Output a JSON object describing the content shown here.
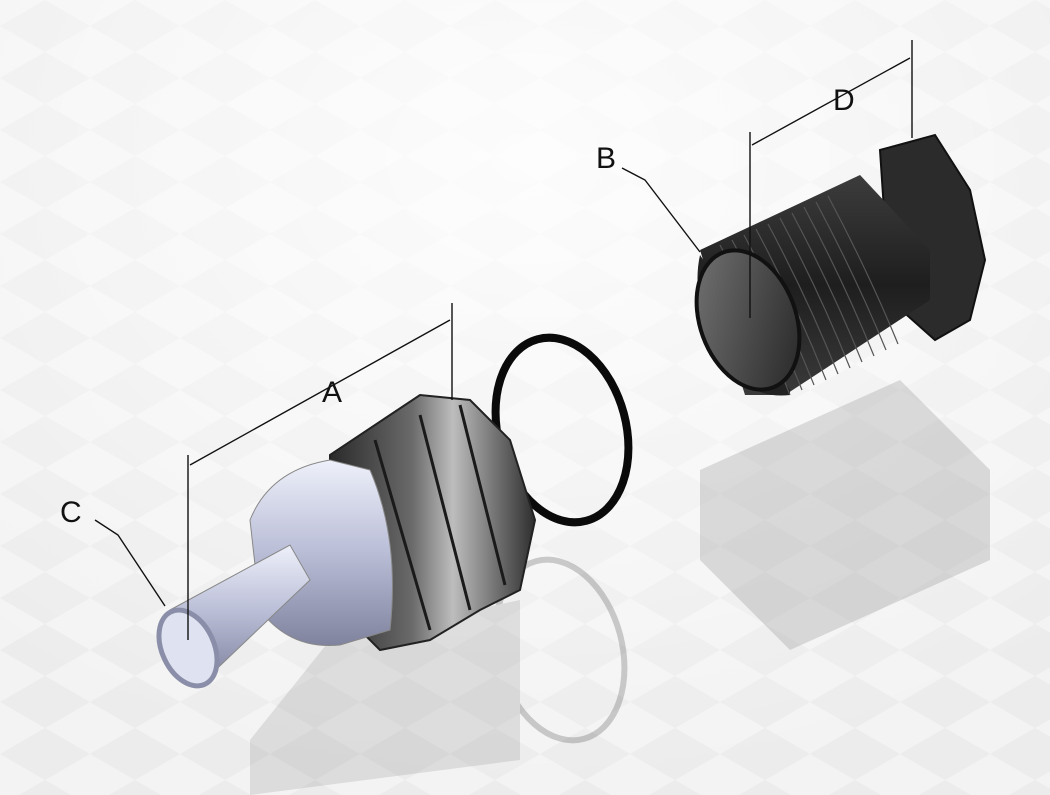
{
  "diagram": {
    "labels": {
      "A": "A",
      "B": "B",
      "C": "C",
      "D": "D"
    },
    "colors": {
      "background": "#f4f4f4",
      "barb_body": "#c4c8de",
      "nut": "#3a3a3a",
      "oring": "#0a0a0a",
      "adapter": "#2a2a2a",
      "dimension_line": "#111111"
    }
  }
}
